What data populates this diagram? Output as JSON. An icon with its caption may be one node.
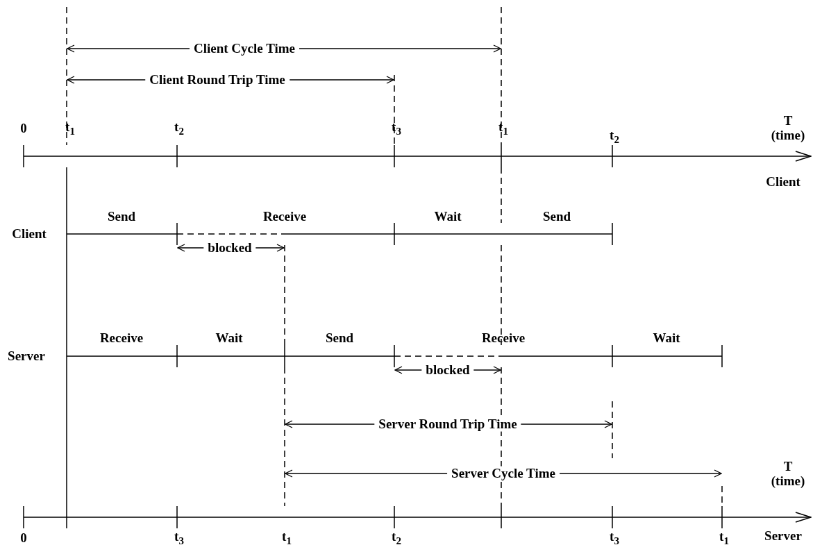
{
  "diagram": {
    "labels": [
      "Client Cycle Time",
      "Client Round Trip Time",
      "0",
      "t$_{1}$",
      "t$_{2}$",
      "t$_{3}$",
      "t$_{1}$",
      "t$_{2}$",
      "T (time)",
      "Client",
      "Send",
      "Receive",
      "Wait",
      "Send",
      "Client",
      "blocked",
      "Server",
      "Receive",
      "Wait",
      "Send",
      "Receive",
      "Wait",
      "blocked",
      "Server Round Trip Time",
      "T (time)",
      "Server Cycle Time",
      "0",
      "t$_{3}$",
      "t$_{1}$",
      "t$_{2}$",
      "t$_{3}$",
      "t$_{1}$",
      "Server"
    ]
  }
}
